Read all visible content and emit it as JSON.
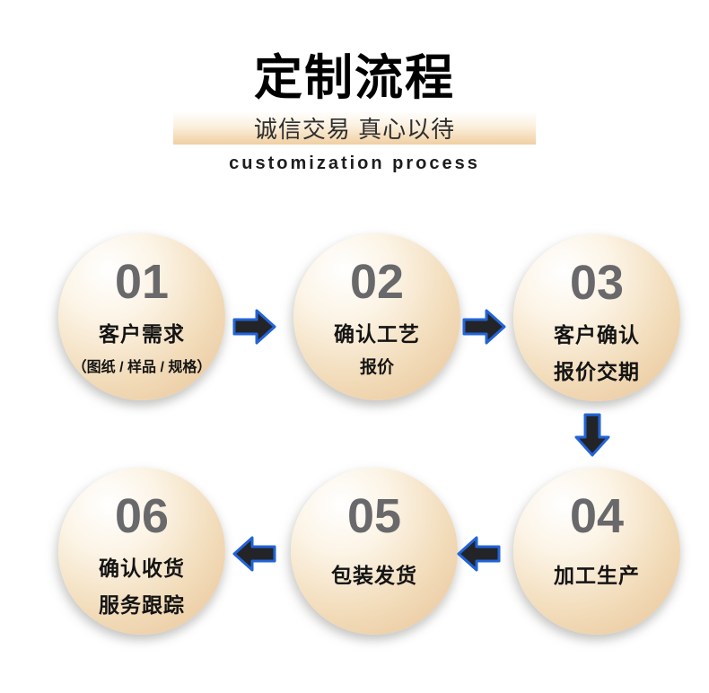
{
  "header": {
    "title": "定制流程",
    "banner_text": "诚信交易 真心以待",
    "subtitle_en": "customization process"
  },
  "steps": [
    {
      "number": "01",
      "title": "客户需求",
      "subtitle": "（图纸 / 样品 / 规格）"
    },
    {
      "number": "02",
      "title": "确认工艺",
      "subtitle": "报价"
    },
    {
      "number": "03",
      "title": "客户确认",
      "subtitle": "报价交期"
    },
    {
      "number": "04",
      "title": "加工生产",
      "subtitle": ""
    },
    {
      "number": "05",
      "title": "包装发货",
      "subtitle": ""
    },
    {
      "number": "06",
      "title": "确认收货",
      "subtitle": "服务跟踪"
    }
  ],
  "flow_arrows": [
    "arrow-right-icon",
    "arrow-right-icon",
    "arrow-down-icon",
    "arrow-left-icon",
    "arrow-left-icon"
  ],
  "colors": {
    "circle_highlight": "#ffffff",
    "circle_tan": "#e8c498",
    "banner_tan": "#f0cfa2",
    "step_number": "#69696b",
    "text": "#141414",
    "arrow_fill": "#232428",
    "arrow_outline": "#2264d8"
  }
}
